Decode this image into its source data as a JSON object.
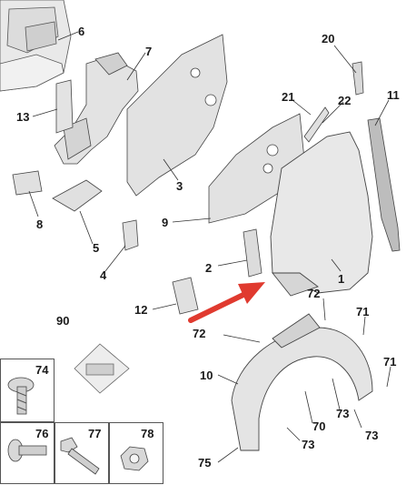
{
  "diagram": {
    "callouts": [
      "6",
      "7",
      "13",
      "3",
      "8",
      "5",
      "4",
      "9",
      "20",
      "21",
      "22",
      "11",
      "2",
      "1",
      "12",
      "72",
      "71",
      "90",
      "10",
      "70",
      "73",
      "75"
    ],
    "fasteners": {
      "box_74": "74",
      "box_76": "76",
      "box_77": "77",
      "box_78": "78"
    },
    "ref_code": "",
    "colors": {
      "part_fill": "#e6e6e6",
      "part_stroke": "#444444",
      "arrow": "#e03a2f"
    }
  }
}
